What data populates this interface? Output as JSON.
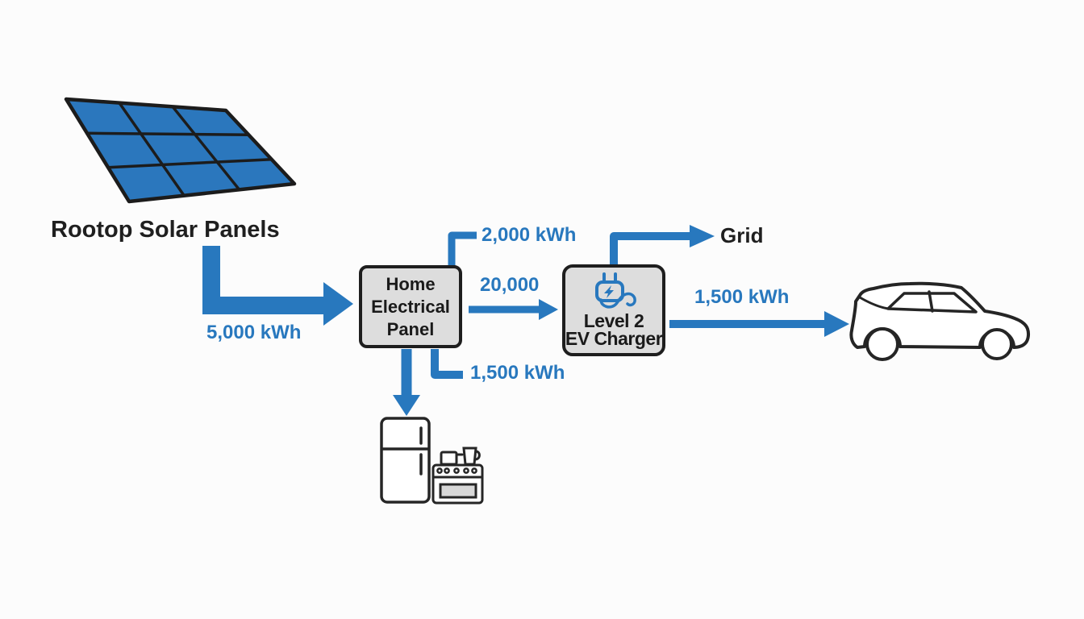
{
  "diagram": {
    "colors": {
      "flow_blue": "#2878BE",
      "solar_panel_blue": "#2B77BD",
      "node_fill": "#DDDDDD",
      "node_border": "#1E1E1E",
      "text_dark": "#1F1F1F"
    },
    "nodes": {
      "solar": {
        "label": "Rootop Solar Panels"
      },
      "home_panel": {
        "line1": "Home",
        "line2": "Electrical",
        "line3": "Panel"
      },
      "ev_charger": {
        "line1": "Level 2",
        "line2": "EV Charger"
      },
      "grid": {
        "label": "Grid"
      }
    },
    "flows": {
      "solar_to_panel": {
        "label": "5,000 kWh"
      },
      "panel_to_grid": {
        "label": "2,000 kWh"
      },
      "panel_to_charger": {
        "label": "20,000"
      },
      "charger_to_car": {
        "label": "1,500 kWh"
      },
      "panel_to_appliances": {
        "label": "1,500 kWh"
      }
    },
    "icons": [
      "solar-panel-icon",
      "ev-plug-icon",
      "fridge-icon",
      "stove-icon",
      "car-icon"
    ]
  }
}
